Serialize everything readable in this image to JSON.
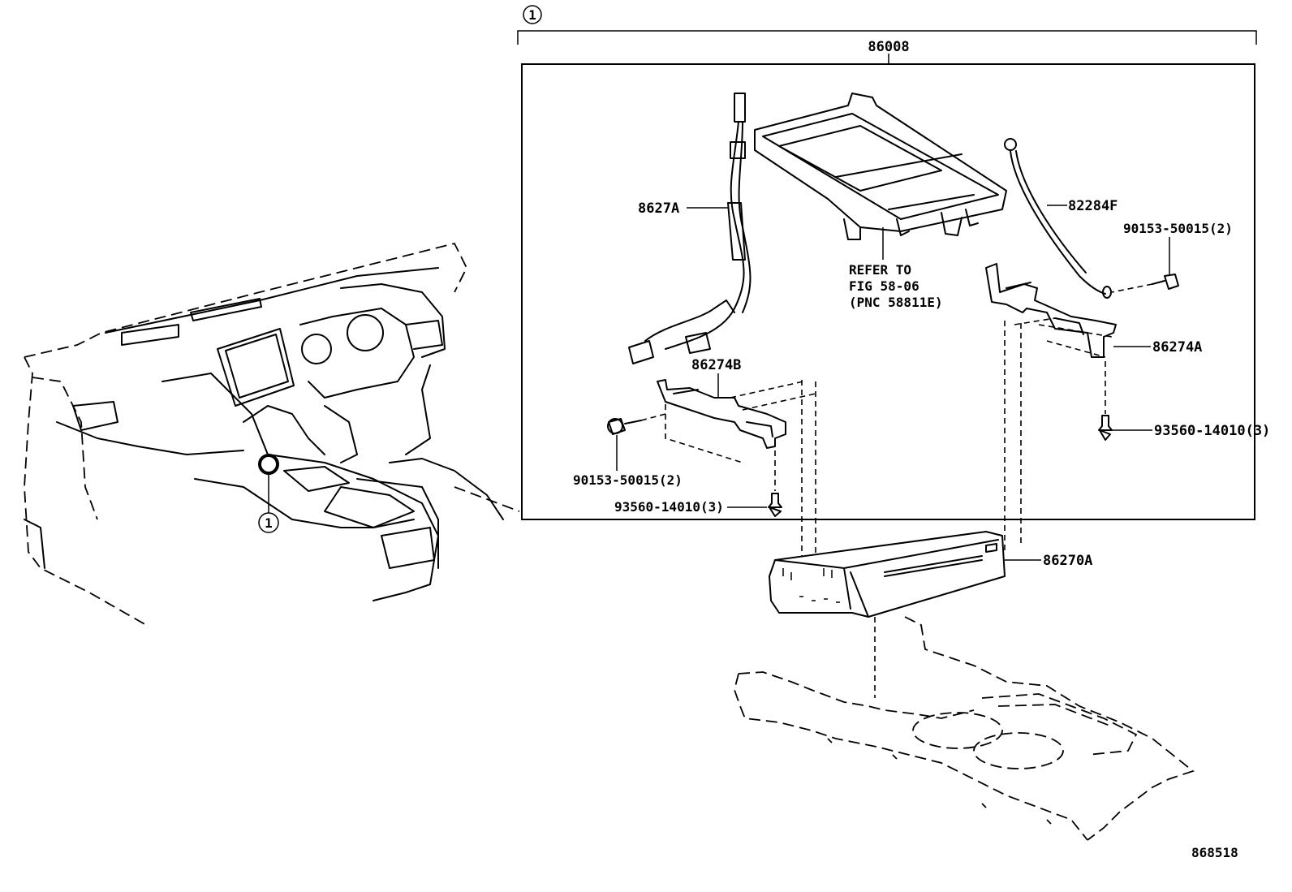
{
  "callout": {
    "number": "1"
  },
  "assembly": {
    "part_number": "86008"
  },
  "labels": {
    "wire_harness": "8627A",
    "ground_wire": "82284F",
    "screw_right": "90153-50015(2)",
    "bracket_right": "86274A",
    "bolt_right": "93560-14010(3)",
    "bracket_left": "86274B",
    "screw_left": "90153-50015(2)",
    "bolt_left": "93560-14010(3)",
    "receiver": "86270A"
  },
  "refer_note": {
    "line1": "REFER TO",
    "line2": "FIG 58-06",
    "line3": "(PNC 58811E)"
  },
  "figure_id": "868518"
}
